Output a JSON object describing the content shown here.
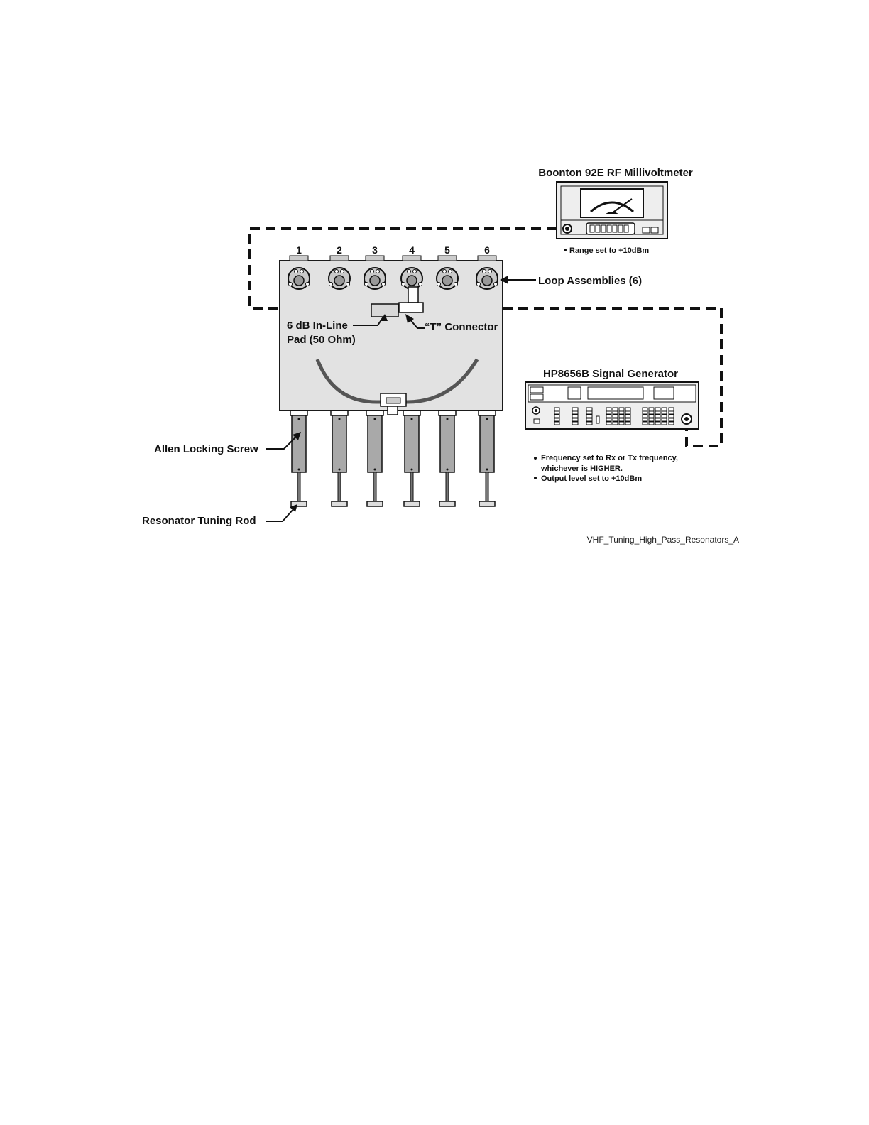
{
  "millivoltmeter": {
    "title": "Boonton 92E RF Millivoltmeter",
    "note": "Range set to +10dBm"
  },
  "signal_generator": {
    "title": "HP8656B Signal Generator",
    "notes": [
      "Frequency set to Rx or Tx frequency,",
      "whichever is HIGHER.",
      "Output level set to +10dBm"
    ]
  },
  "loops": {
    "numbers": [
      "1",
      "2",
      "3",
      "4",
      "5",
      "6"
    ],
    "label": "Loop Assemblies (6)"
  },
  "pad": {
    "line1": "6 dB In-Line",
    "line2": "Pad (50 Ohm)"
  },
  "t_connector": "“T” Connector",
  "allen_screw": "Allen Locking Screw",
  "tuning_rod": "Resonator Tuning Rod",
  "caption": "VHF_Tuning_High_Pass_Resonators_A",
  "colors": {
    "panel": "#e2e2e2",
    "outline": "#1a1a1a",
    "cable": "#111111",
    "loop": "#c9c9c9"
  }
}
